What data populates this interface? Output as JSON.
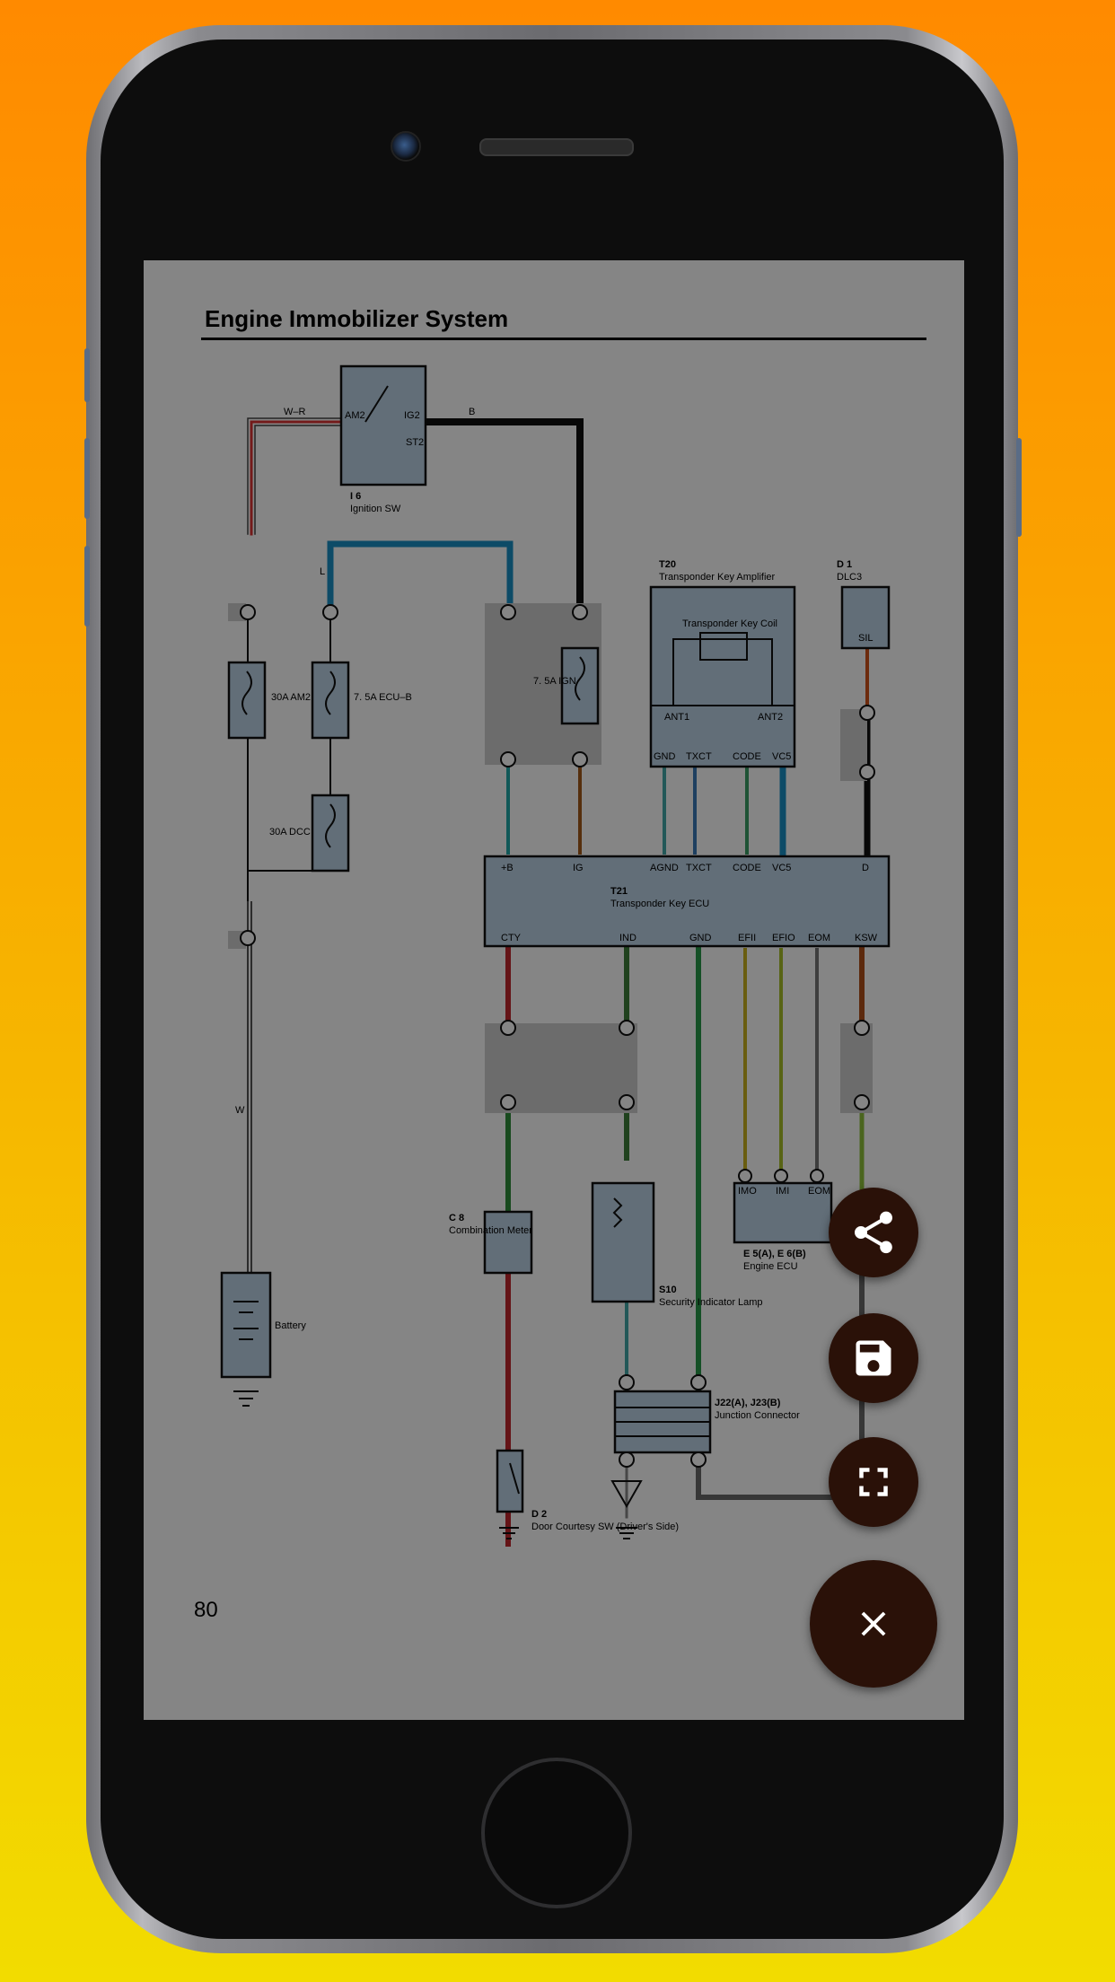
{
  "document": {
    "title": "Engine Immobilizer System",
    "page_number": "80"
  },
  "diagram_labels": {
    "ignition_id": "I 6",
    "ignition_name": "Ignition SW",
    "ign_am2": "AM2",
    "ign_ig2": "IG2",
    "ign_st2": "ST2",
    "wire_wr": "W–R",
    "wire_b": "B",
    "wire_l": "L",
    "wire_w": "W",
    "amp_id": "T20",
    "amp_name": "Transponder Key Amplifier",
    "coil_name": "Transponder Key Coil",
    "amp_ant1": "ANT1",
    "amp_ant2": "ANT2",
    "amp_pins": [
      "GND",
      "TXCT",
      "CODE",
      "VC5"
    ],
    "dlc_id": "D 1",
    "dlc_name": "DLC3",
    "dlc_sil": "SIL",
    "fuse_am2": "30A AM2",
    "fuse_ecub": "7. 5A ECU–B",
    "fuse_dcc": "30A DCC",
    "fuse_ign": "7. 5A IGN",
    "ecu_id": "T21",
    "ecu_name": "Transponder Key ECU",
    "ecu_top_pins": [
      "+B",
      "IG",
      "AGND",
      "TXCT",
      "CODE",
      "VC5",
      "D"
    ],
    "ecu_bottom_pins": [
      "CTY",
      "IND",
      "GND",
      "EFII",
      "EFIO",
      "EOM",
      "KSW"
    ],
    "meter_id": "C 8",
    "meter_name": "Combination Meter",
    "lamp_id": "S10",
    "lamp_name": "Security Indicator Lamp",
    "engine_ecu_id": "E 5(A), E 6(B)",
    "engine_ecu_name": "Engine ECU",
    "engine_pins": [
      "IMO",
      "IMI",
      "EOM"
    ],
    "junction_id": "J22(A), J23(B)",
    "junction_name": "Junction Connector",
    "door_id": "D 2",
    "door_name": "Door Courtesy SW (Driver's Side)",
    "battery_name": "Battery"
  },
  "fabs": {
    "share_icon": "share-icon",
    "save_icon": "save-icon",
    "fullscreen_icon": "fullscreen-icon",
    "close_icon": "close-icon"
  },
  "colors": {
    "background_top": "#ff8a00",
    "background_bottom": "#f2dc00",
    "fab": "#2a1108"
  }
}
